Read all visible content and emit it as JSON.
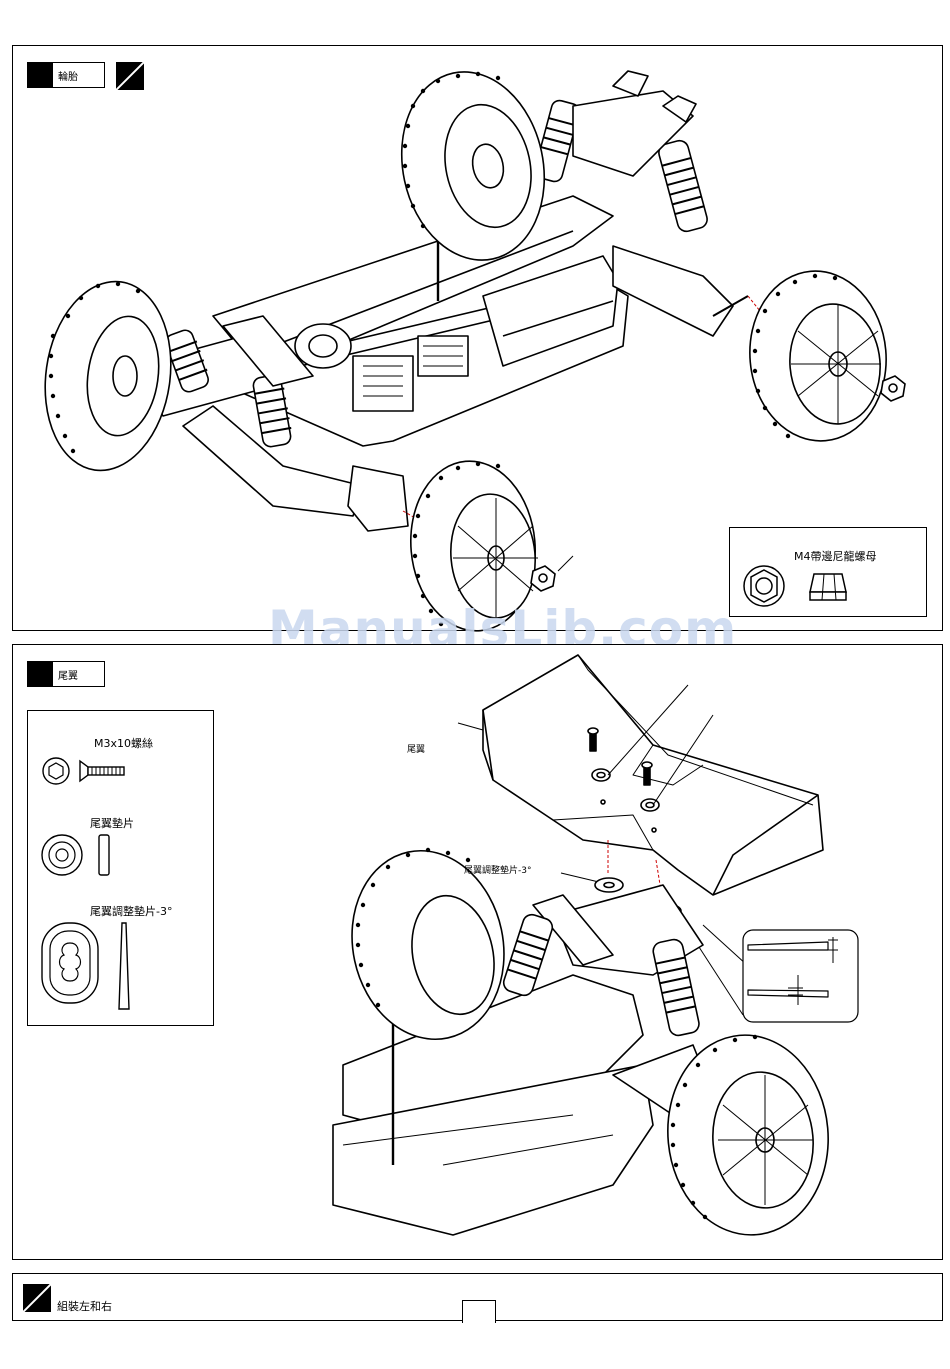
{
  "step1": {
    "title": "輪胎",
    "parts_box": {
      "label": "M4帶邊尼龍螺母"
    }
  },
  "step2": {
    "title": "尾翼",
    "parts_box": {
      "items": [
        {
          "label": "M3x10螺絲"
        },
        {
          "label": "尾翼墊片"
        },
        {
          "label": "尾翼調整墊片-3°"
        }
      ]
    },
    "callouts": {
      "wing": "尾翼",
      "shim": "尾翼調整墊片-3°"
    }
  },
  "step3": {
    "title": "組裝左和右"
  },
  "watermark": "ManualsLib.com"
}
